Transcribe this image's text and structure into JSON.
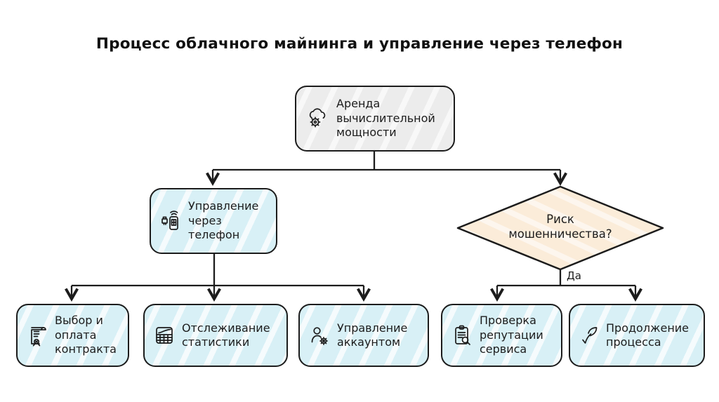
{
  "title": "Процесс облачного майнинга и управление через телефон",
  "colors": {
    "ink": "#1c1c1c",
    "node_cyan": "#d8f0f6",
    "node_gray": "#ececec",
    "diamond_peach": "#fbecd9",
    "background": "#ffffff"
  },
  "nodes": {
    "rent": {
      "label": "Аренда вычислительной мощности",
      "icon": "cloud-gear-icon"
    },
    "phone": {
      "label": "Управление через телефон",
      "icon": "phone-signal-icon"
    },
    "risk": {
      "label": "Риск мошенничества?"
    },
    "contract": {
      "label": "Выбор и оплата контракта",
      "icon": "contract-seal-icon"
    },
    "stats": {
      "label": "Отслеживание статистики",
      "icon": "stats-table-icon"
    },
    "account": {
      "label": "Управление аккаунтом",
      "icon": "user-gear-icon"
    },
    "reputation": {
      "label": "Проверка репутации сервиса",
      "icon": "clipboard-search-icon"
    },
    "continue": {
      "label": "Продолжение процесса",
      "icon": "leaf-icon"
    }
  },
  "edges": {
    "yes_label": "Да"
  }
}
